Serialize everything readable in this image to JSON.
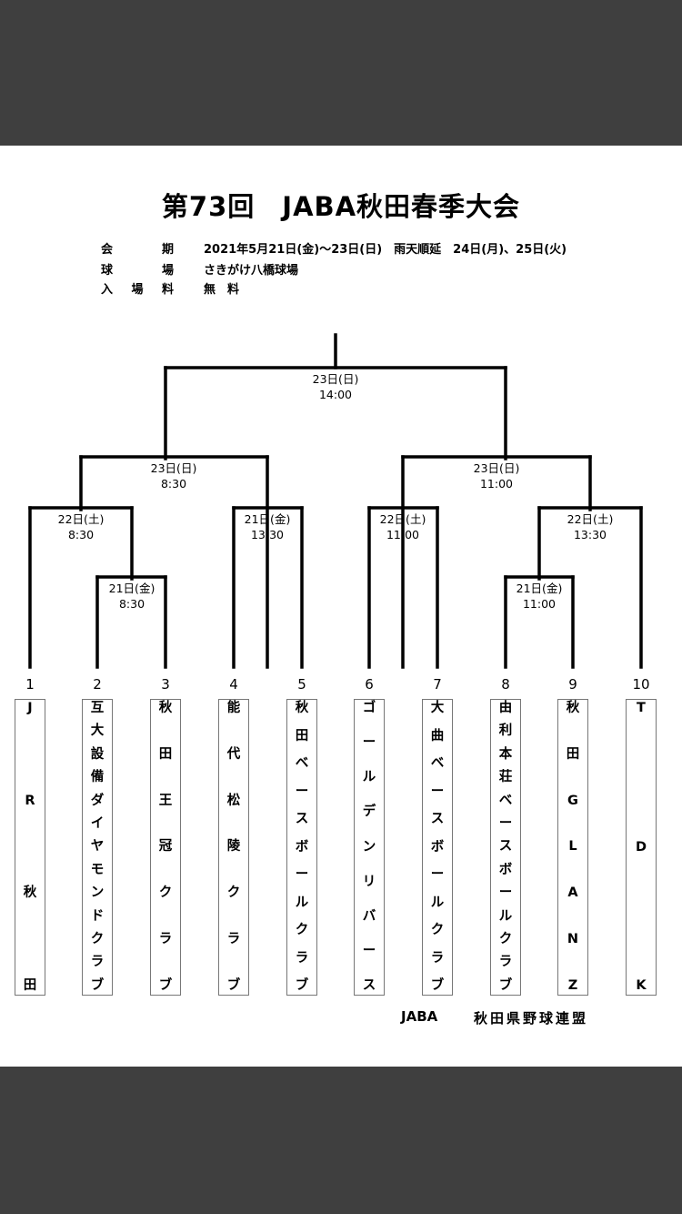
{
  "title": "第73回　JABA秋田春季大会",
  "info": [
    {
      "label": "会期",
      "value": "2021年5月21日(金)～23日(日)　雨天順延　24日(月)、25日(火)"
    },
    {
      "label": "球場",
      "value": "さきがけ八橋球場"
    },
    {
      "label": "入場料",
      "value": "無　料"
    }
  ],
  "matches": [
    {
      "id": "final",
      "date": "23日(日)",
      "time": "14:00"
    },
    {
      "id": "semi-left",
      "date": "23日(日)",
      "time": "8:30"
    },
    {
      "id": "semi-right",
      "date": "23日(日)",
      "time": "11:00"
    },
    {
      "id": "r2-1",
      "date": "22日(土)",
      "time": "8:30"
    },
    {
      "id": "r2-2",
      "date": "21日(金)",
      "time": "13:30"
    },
    {
      "id": "r2-3",
      "date": "22日(土)",
      "time": "11:00"
    },
    {
      "id": "r2-4",
      "date": "22日(土)",
      "time": "13:30"
    },
    {
      "id": "r1-left",
      "date": "21日(金)",
      "time": "8:30"
    },
    {
      "id": "r1-right",
      "date": "21日(金)",
      "time": "11:00"
    }
  ],
  "teams": [
    {
      "num": "1",
      "name": "JR秋田"
    },
    {
      "num": "2",
      "name": "互大設備ダイヤモンドクラブ"
    },
    {
      "num": "3",
      "name": "秋田王冠クラブ"
    },
    {
      "num": "4",
      "name": "能代松陵クラブ"
    },
    {
      "num": "5",
      "name": "秋田ベースボールクラブ"
    },
    {
      "num": "6",
      "name": "ゴールデンリバース"
    },
    {
      "num": "7",
      "name": "大曲ベースボールクラブ"
    },
    {
      "num": "8",
      "name": "由利本荘ベースボールクラブ"
    },
    {
      "num": "9",
      "name": "秋田GLANZ"
    },
    {
      "num": "10",
      "name": "TDK"
    }
  ],
  "footer": {
    "org1": "JABA",
    "org2": "秋田県野球連盟"
  }
}
